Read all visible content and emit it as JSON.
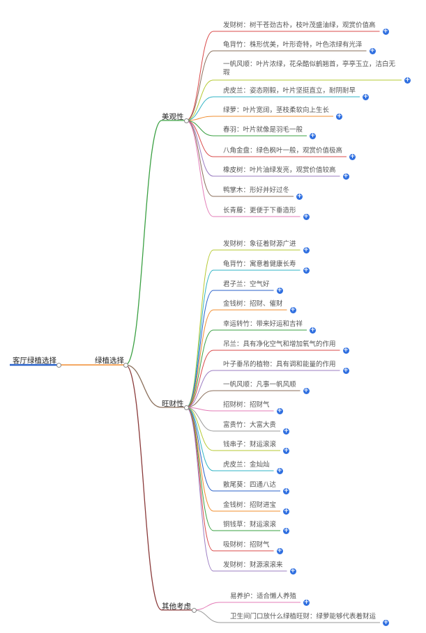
{
  "root": {
    "label": "客厅绿植选择",
    "color": "#2a62c9"
  },
  "level1": {
    "label": "绿植选择",
    "color": "#f08c2e"
  },
  "groups": [
    {
      "label": "美观性",
      "color": "#3aa042",
      "items": [
        {
          "text": "发财树：树干苍劲古朴，枝叶茂盛油绿，观赏价值高",
          "color": "#d94848"
        },
        {
          "text": "龟背竹：株形优美，叶形奇特，叶色浓绿有光泽",
          "color": "#8a6e5a"
        },
        {
          "text": "一帆风顺：叶片浓绿，花朵酷似鹤翘首，亭亭玉立，洁白无瑕",
          "color": "#b5c930"
        },
        {
          "text": "虎皮兰：姿态刚毅，叶片坚挺直立，耐阴耐旱",
          "color": "#2fb3c4"
        },
        {
          "text": "绿萝：叶片宽阔，茎枝柔软向上生长",
          "color": "#f08c2e"
        },
        {
          "text": "春羽：叶片就像是羽毛一般",
          "color": "#3aa042"
        },
        {
          "text": "八角金盘：绿色枫叶一般，观赏价值极高",
          "color": "#d94848"
        },
        {
          "text": "橡皮树：叶片油绿发亮，观赏价值较高",
          "color": "#9b7cc2"
        },
        {
          "text": "鸭掌木：形好并好过冬",
          "color": "#8a6e5a"
        },
        {
          "text": "长青藤：更便于下垂造形",
          "color": "#e37bb7"
        }
      ]
    },
    {
      "label": "旺财性",
      "color": "#8a6e5a",
      "items": [
        {
          "text": "发财树：象征着财源广进",
          "color": "#b5c930"
        },
        {
          "text": "龟背竹：寓意着健康长寿",
          "color": "#2fb3c4"
        },
        {
          "text": "君子兰：空气好",
          "color": "#2a62c9"
        },
        {
          "text": "金钱树：招财、催财",
          "color": "#f08c2e"
        },
        {
          "text": "幸运转竹：带来好运和吉祥",
          "color": "#3aa042"
        },
        {
          "text": "吊兰：具有净化空气和增加氧气的作用",
          "color": "#d94848"
        },
        {
          "text": "叶子垂吊的植物：具有调和能量的作用",
          "color": "#9b7cc2"
        },
        {
          "text": "一帆风顺：凡事一帆风顺",
          "color": "#8a6e5a"
        },
        {
          "text": "招财树：招财气",
          "color": "#e37bb7"
        },
        {
          "text": "富贵竹：大富大贵",
          "color": "#999999"
        },
        {
          "text": "钱串子：财运滚滚",
          "color": "#b5c930"
        },
        {
          "text": "虎皮兰：金灿灿",
          "color": "#2fb3c4"
        },
        {
          "text": "散尾葵：四通八达",
          "color": "#2a62c9"
        },
        {
          "text": "金钱树：招财进宝",
          "color": "#f08c2e"
        },
        {
          "text": "铜钱草：财运滚滚",
          "color": "#3aa042"
        },
        {
          "text": "吸财树：招财气",
          "color": "#d94848"
        },
        {
          "text": "发财树：财源滚滚来",
          "color": "#9b7cc2"
        }
      ]
    },
    {
      "label": "其他考虑",
      "color": "#8a3a3a",
      "items": [
        {
          "text": "易养护：适合懒人养殖",
          "color": "#e37bb7"
        },
        {
          "text": "卫生间门口放什么绿植旺财：绿萝能够代表着财运",
          "color": "#999999"
        }
      ]
    }
  ]
}
